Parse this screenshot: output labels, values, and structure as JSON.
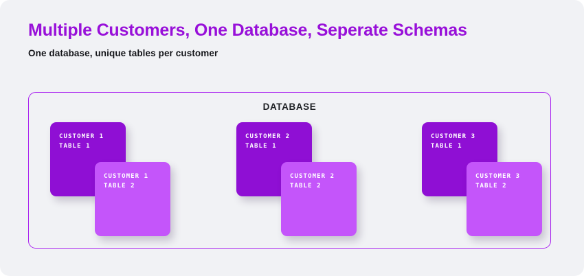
{
  "header": {
    "title": "Multiple Customers, One Database, Seperate Schemas",
    "subtitle": "One database, unique tables per customer"
  },
  "colors": {
    "title_purple": "#9810d9",
    "border_purple": "#a923f0",
    "card_dark_purple": "#8f0fd4",
    "card_light_purple": "#c455fa",
    "page_background": "#f1f2f5",
    "text_dark": "#15161a",
    "card_text": "#ffffff"
  },
  "database": {
    "label": "DATABASE",
    "groups": [
      {
        "name": "customer-1",
        "primary": {
          "line1": "CUSTOMER 1",
          "line2": "TABLE 1"
        },
        "secondary": {
          "line1": "CUSTOMER 1",
          "line2": "TABLE 2"
        }
      },
      {
        "name": "customer-2",
        "primary": {
          "line1": "CUSTOMER 2",
          "line2": "TABLE 1"
        },
        "secondary": {
          "line1": "CUSTOMER 2",
          "line2": "TABLE 2"
        }
      },
      {
        "name": "customer-3",
        "primary": {
          "line1": "CUSTOMER 3",
          "line2": "TABLE 1"
        },
        "secondary": {
          "line1": "CUSTOMER 3",
          "line2": "TABLE 2"
        }
      }
    ]
  }
}
